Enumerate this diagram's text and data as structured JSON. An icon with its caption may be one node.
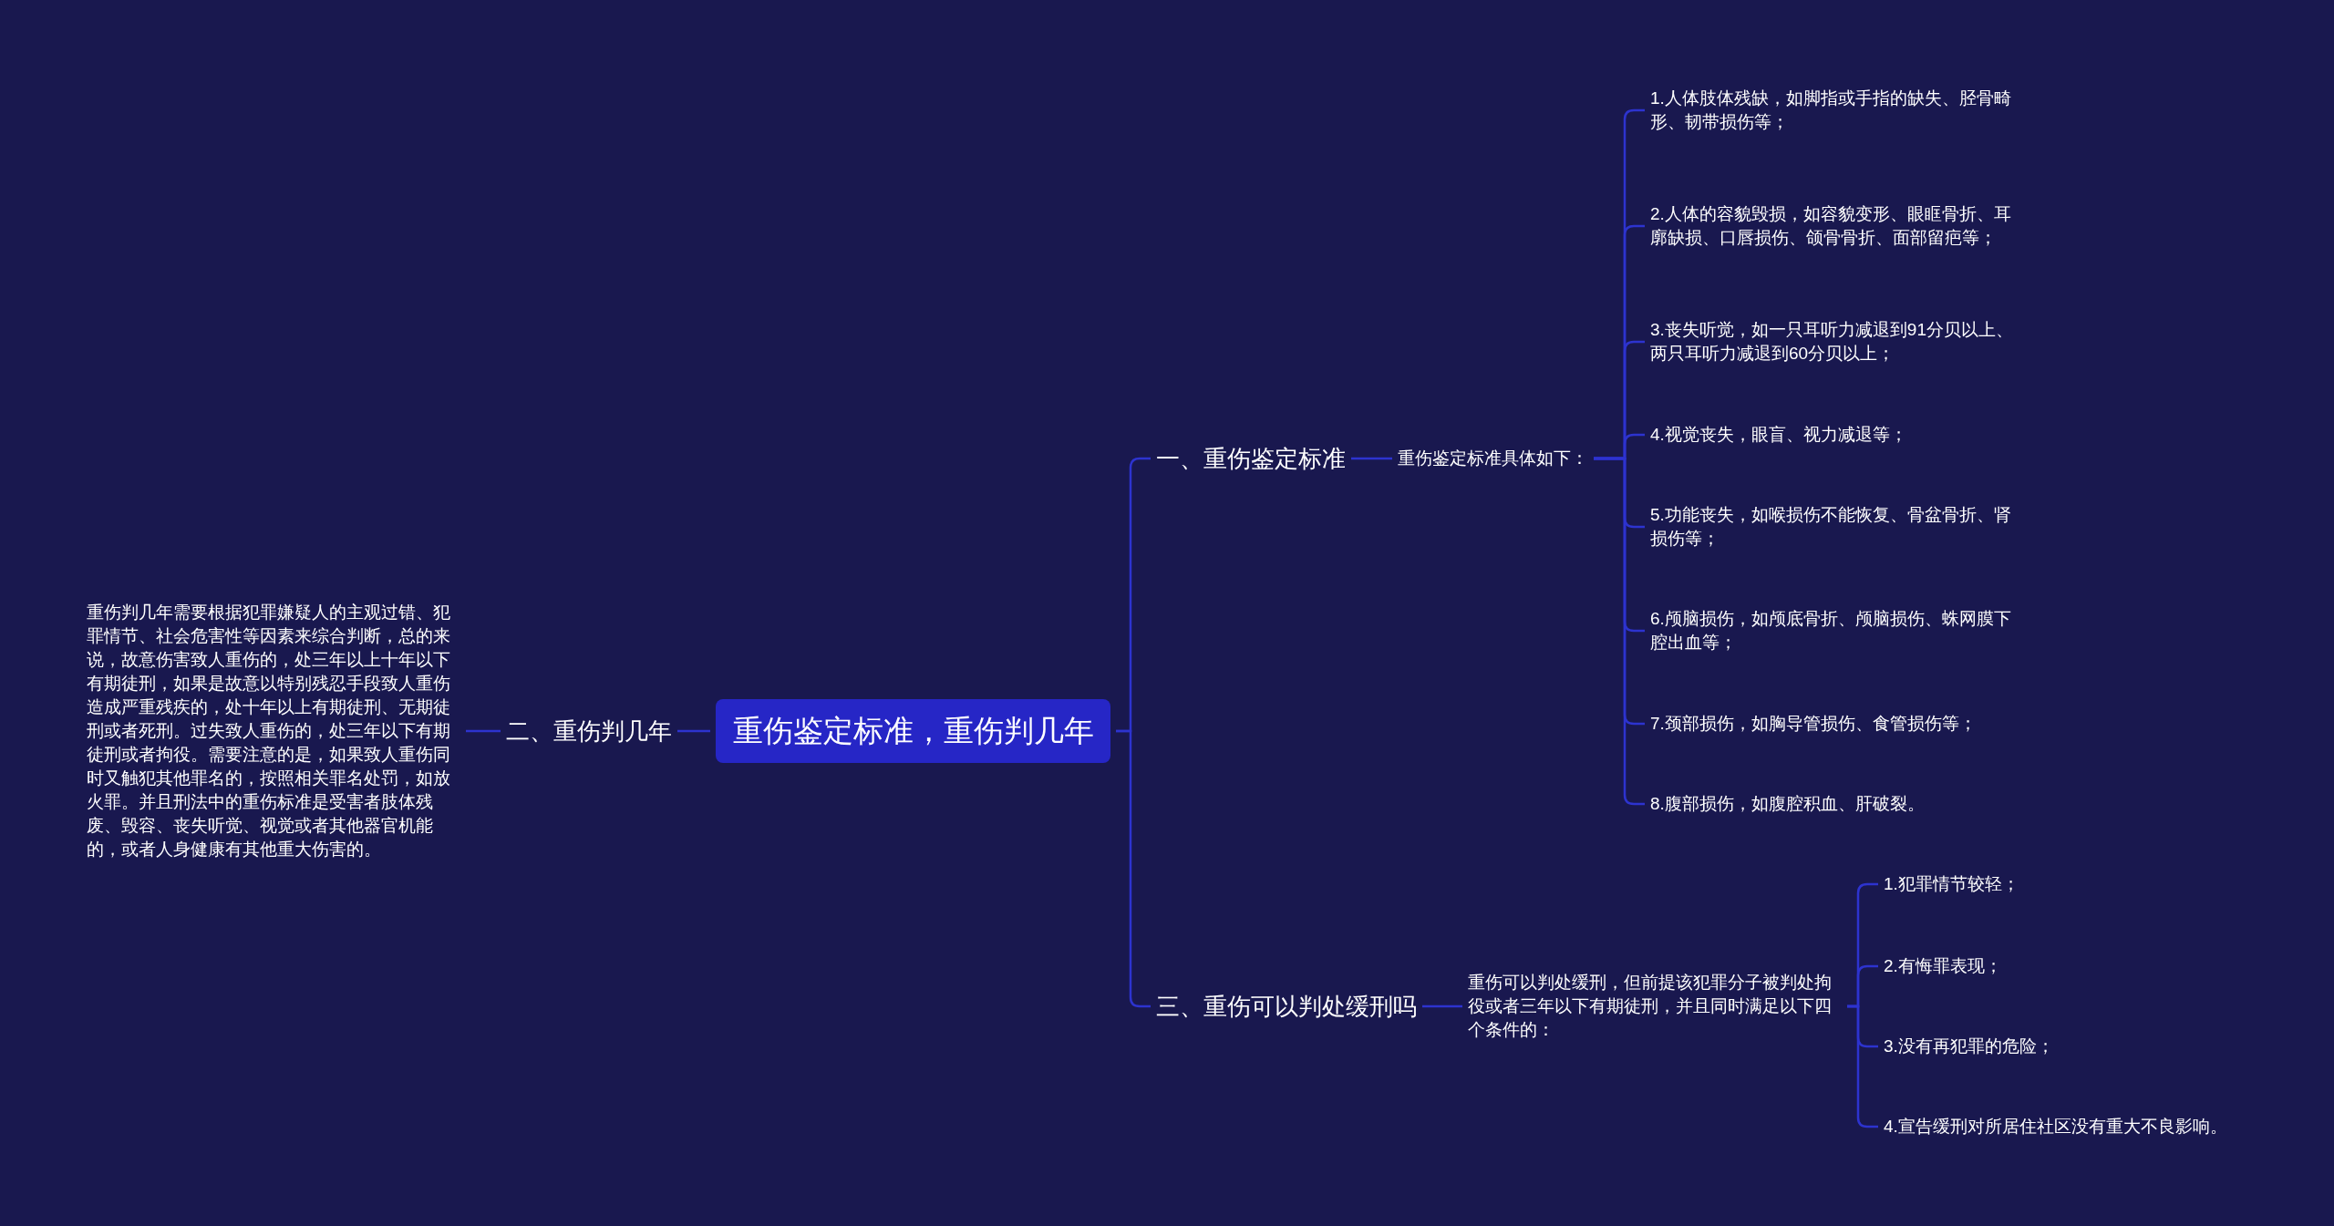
{
  "diagram": {
    "nodes": [
      {
        "text": [
          "重伤鉴定标准，重伤判几年"
        ]
      },
      {
        "text": [
          "一、重伤鉴定标准"
        ]
      },
      {
        "text": [
          "重伤鉴定标准具体如下："
        ]
      },
      {
        "text": [
          "1.人体肢体残缺，如脚指或手指的缺失、胫骨畸形、韧带损伤等；"
        ]
      },
      {
        "text": [
          "2.人体的容貌毁损，如容貌变形、眼眶骨折、耳廓缺损、口唇损伤、颌骨骨折、面部留疤等；"
        ]
      },
      {
        "text": [
          "3.丧失听觉，如一只耳听力减退到91分贝以上、两只耳听力减退到60分贝以上；"
        ]
      },
      {
        "text": [
          "4.视觉丧失，眼盲、视力减退等；"
        ]
      },
      {
        "text": [
          "5.功能丧失，如喉损伤不能恢复、骨盆骨折、肾损伤等；"
        ]
      },
      {
        "text": [
          "6.颅脑损伤，如颅底骨折、颅脑损伤、蛛网膜下腔出血等；"
        ]
      },
      {
        "text": [
          "7.颈部损伤，如胸导管损伤、食管损伤等；"
        ]
      },
      {
        "text": [
          "8.腹部损伤，如腹腔积血、肝破裂。"
        ]
      },
      {
        "text": [
          "二、重伤判几年"
        ]
      },
      {
        "text": [
          "重伤判几年需要根据犯罪嫌疑人的主观过错、犯罪情节、社会危害性等因素来综合判断，总的来说，故意伤害致人重伤的，处三年以上十年以下有期徒刑，如果是故意以特别残忍手段致人重伤造成严重残疾的，处十年以上有期徒刑、无期徒刑或者死刑。过失致人重伤的，处三年以下有期徒刑或者拘役。需要注意的是，如果致人重伤同时又触犯其他罪名的，按照相关罪名处罚，如放火罪。并且刑法中的重伤标准是受害者肢体残废、毁容、丧失听觉、视觉或者其他器官机能的，或者人身健康有其他重大伤害的。"
        ]
      },
      {
        "text": [
          "三、重伤可以判处缓刑吗"
        ]
      },
      {
        "text": [
          "重伤可以判处缓刑，但前提该犯罪分子被判处拘役或者三年以下有期徒刑，并且同时满足以下四个条件的："
        ]
      },
      {
        "text": [
          "1.犯罪情节较轻；"
        ]
      },
      {
        "text": [
          "2.有悔罪表现；"
        ]
      },
      {
        "text": [
          "3.没有再犯罪的危险；"
        ]
      },
      {
        "text": [
          "4.宣告缓刑对所居住社区没有重大不良影响。"
        ]
      }
    ],
    "edges": [
      {
        "from": 0,
        "to": 1,
        "arrow": "none"
      },
      {
        "from": 1,
        "to": 2,
        "arrow": "none"
      },
      {
        "from": 2,
        "to": 3,
        "arrow": "none"
      },
      {
        "from": 2,
        "to": 4,
        "arrow": "none"
      },
      {
        "from": 2,
        "to": 5,
        "arrow": "none"
      },
      {
        "from": 2,
        "to": 6,
        "arrow": "none"
      },
      {
        "from": 2,
        "to": 7,
        "arrow": "none"
      },
      {
        "from": 2,
        "to": 8,
        "arrow": "none"
      },
      {
        "from": 2,
        "to": 9,
        "arrow": "none"
      },
      {
        "from": 2,
        "to": 10,
        "arrow": "none"
      },
      {
        "from": 0,
        "to": 11,
        "arrow": "none"
      },
      {
        "from": 11,
        "to": 12,
        "arrow": "none"
      },
      {
        "from": 0,
        "to": 13,
        "arrow": "none"
      },
      {
        "from": 13,
        "to": 14,
        "arrow": "none"
      },
      {
        "from": 14,
        "to": 15,
        "arrow": "none"
      },
      {
        "from": 14,
        "to": 16,
        "arrow": "none"
      },
      {
        "from": 14,
        "to": 17,
        "arrow": "none"
      },
      {
        "from": 14,
        "to": 18,
        "arrow": "none"
      }
    ]
  }
}
